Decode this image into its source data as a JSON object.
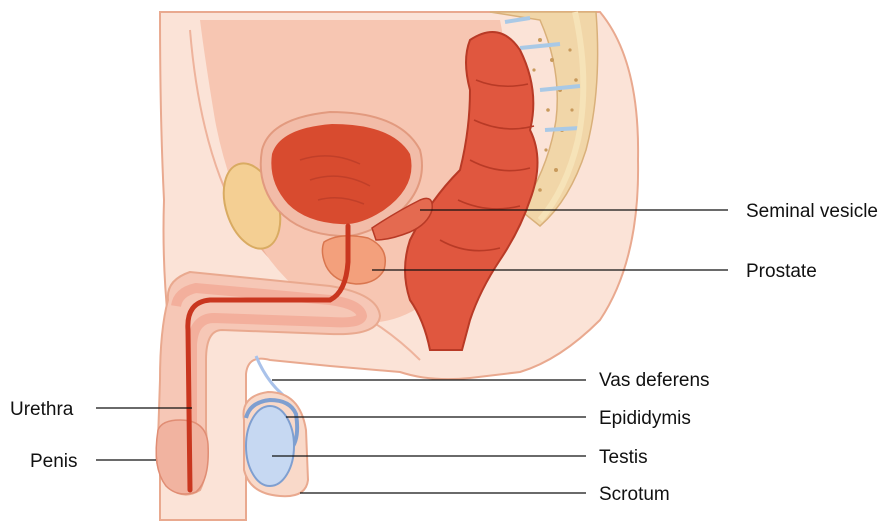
{
  "labels": {
    "seminal_vesicle": "Seminal vesicle",
    "prostate": "Prostate",
    "vas_deferens": "Vas deferens",
    "epididymis": "Epididymis",
    "testis": "Testis",
    "scrotum": "Scrotum",
    "urethra": "Urethra",
    "penis": "Penis"
  },
  "colors": {
    "skin_outline": "#e9a98f",
    "skin_fill": "#fbe3d7",
    "skin_shadow": "#f3b8a0",
    "pelvis_cavity": "#f7c6b2",
    "bladder": "#d84b2f",
    "bladder_wall": "#f2bca8",
    "rectum": "#e0573f",
    "rectum_dark": "#b83a26",
    "sacrum": "#f1d6a8",
    "sacrum_dots": "#c89a5c",
    "pubic_bone": "#f4cf93",
    "prostate": "#f3a07c",
    "testis": "#c6d8f2",
    "testis_outline": "#7f9fd0",
    "urethra": "#c9361f",
    "penis_fill": "#f6c7b6",
    "vas_deferens": "#a9c2ea"
  }
}
